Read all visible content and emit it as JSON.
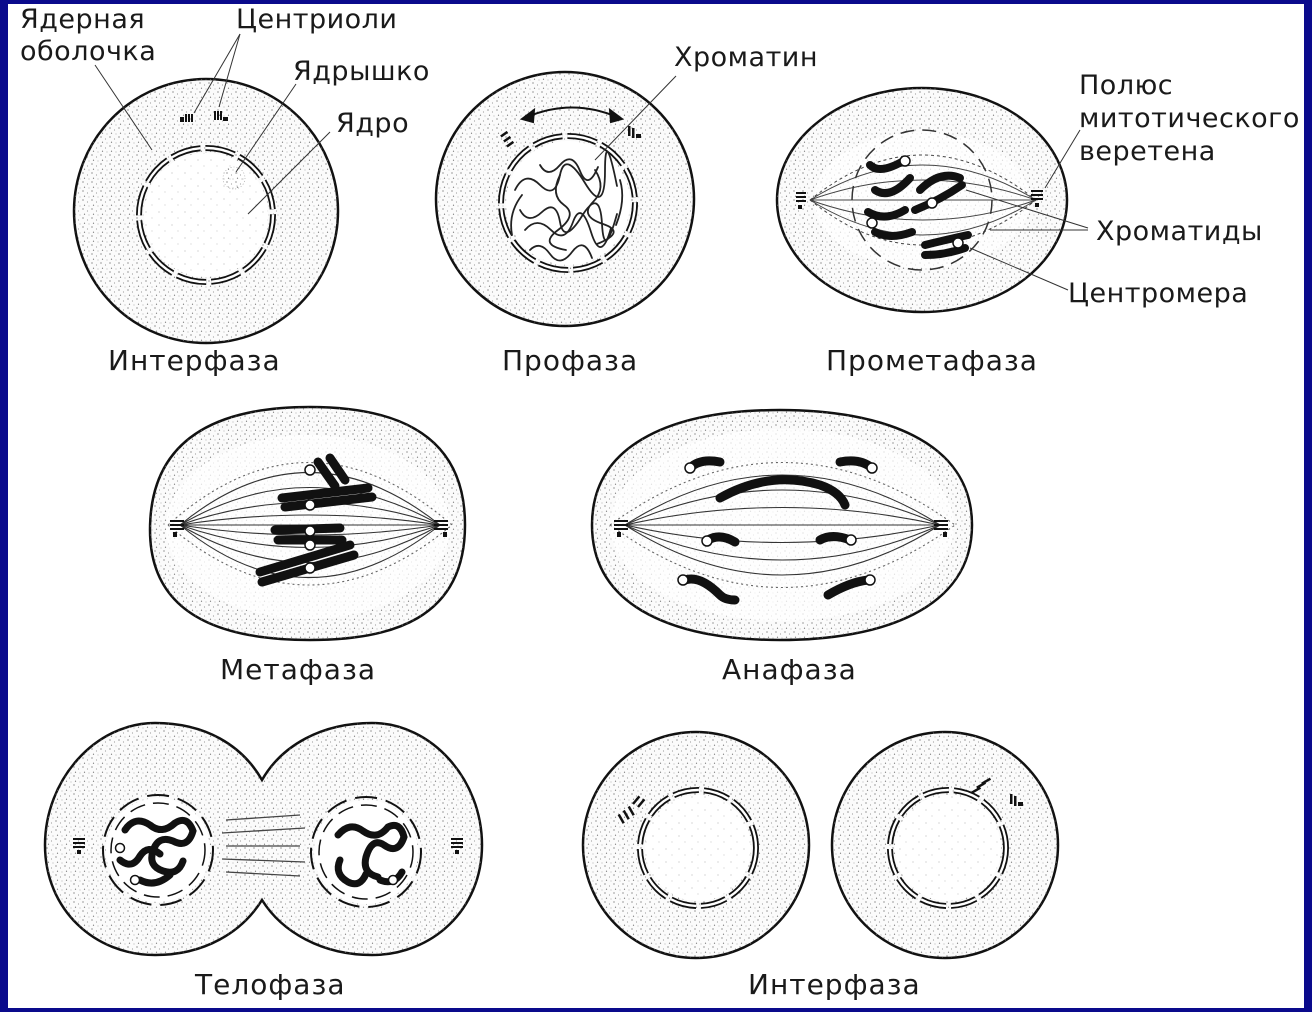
{
  "labels": {
    "nuclear_envelope": [
      "Ядерная",
      "оболочка"
    ],
    "centrioles": "Центриоли",
    "nucleolus": "Ядрышко",
    "nucleus": "Ядро",
    "chromatin": "Хроматин",
    "spindle_pole": [
      "Полюс",
      "митотического",
      "веретена"
    ],
    "chromatids": "Хроматиды",
    "centromere": "Центромера"
  },
  "stages": {
    "interphase_1": "Интерфаза",
    "prophase": "Профаза",
    "prometaphase": "Прометафаза",
    "metaphase": "Метафаза",
    "anaphase": "Анафаза",
    "telophase": "Телофаза",
    "interphase_2": "Интерфаза"
  },
  "colors": {
    "frame": "#0a0a8c",
    "background": "#ffffff",
    "ink": "#1a1a1a"
  }
}
